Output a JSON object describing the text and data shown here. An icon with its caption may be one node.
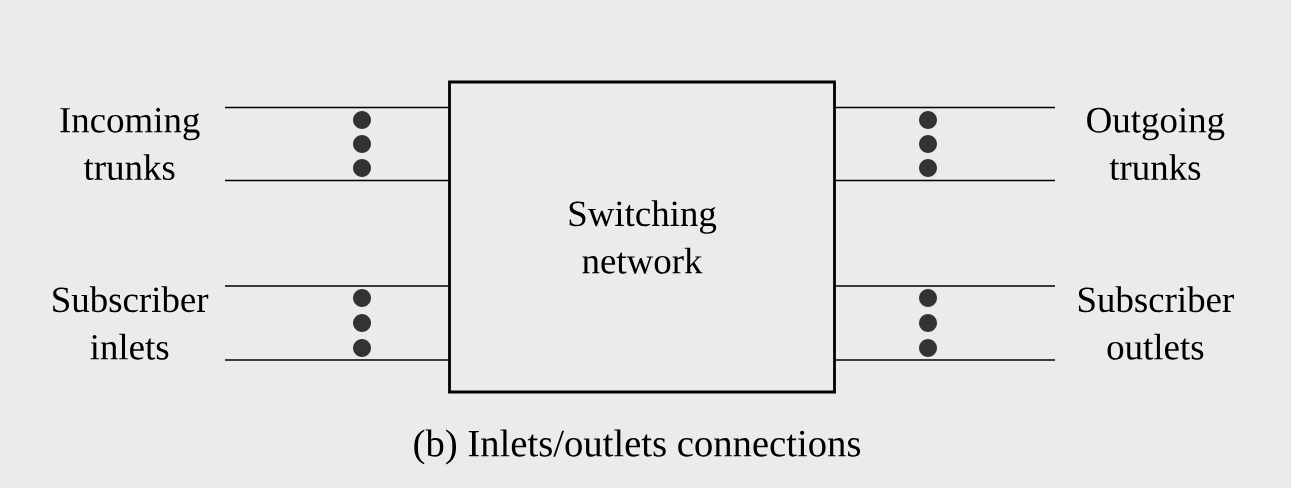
{
  "diagram": {
    "caption": "(b) Inlets/outlets connections",
    "nodes": [
      {
        "text": [
          "Switching network"
        ]
      },
      {
        "text": [
          "Incoming trunks"
        ]
      },
      {
        "text": [
          "Subscriber inlets"
        ]
      },
      {
        "text": [
          "Outgoing trunks"
        ]
      },
      {
        "text": [
          "Subscriber outlets"
        ]
      }
    ],
    "edges": [
      {
        "from": 1,
        "to": 0,
        "arrow": "none"
      },
      {
        "from": 1,
        "to": 0,
        "arrow": "none"
      },
      {
        "from": 2,
        "to": 0,
        "arrow": "none"
      },
      {
        "from": 2,
        "to": 0,
        "arrow": "none"
      },
      {
        "from": 0,
        "to": 3,
        "arrow": "none"
      },
      {
        "from": 0,
        "to": 3,
        "arrow": "none"
      },
      {
        "from": 0,
        "to": 4,
        "arrow": "none"
      },
      {
        "from": 0,
        "to": 4,
        "arrow": "none"
      }
    ]
  }
}
